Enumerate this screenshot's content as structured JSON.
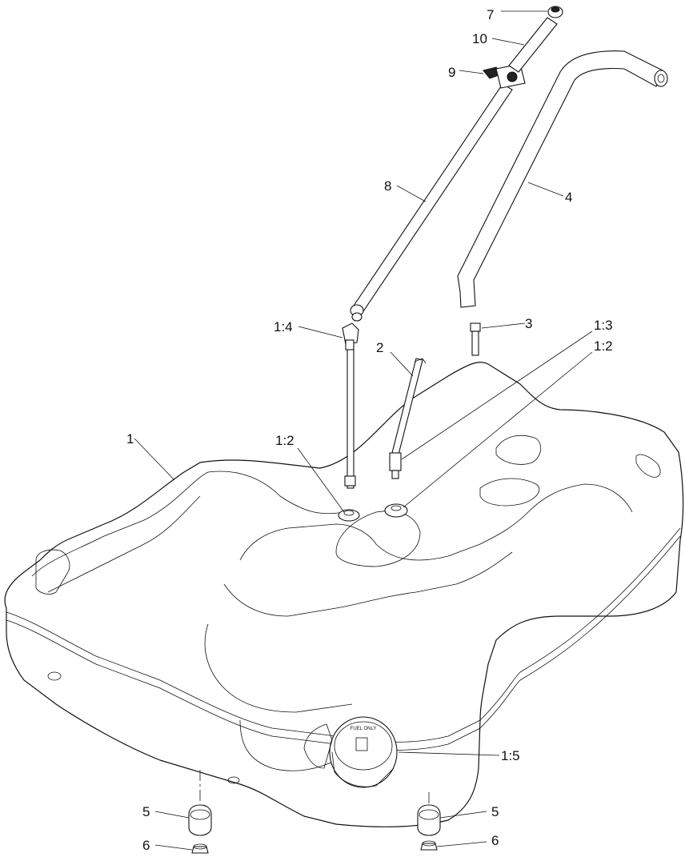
{
  "diagram": {
    "colors": {
      "ink": "#111111",
      "background": "#ffffff"
    },
    "callouts": {
      "c7": "7",
      "c10": "10",
      "c9": "9",
      "c8": "8",
      "c4": "4",
      "c3": "3",
      "c1_4": "1:4",
      "c1_3": "1:3",
      "c1_2a": "1:2",
      "c1_2b": "1:2",
      "c2": "2",
      "c1": "1",
      "c1_5": "1:5",
      "c5a": "5",
      "c5b": "5",
      "c6a": "6",
      "c6b": "6"
    },
    "cap_markings": "FUEL ONLY"
  }
}
